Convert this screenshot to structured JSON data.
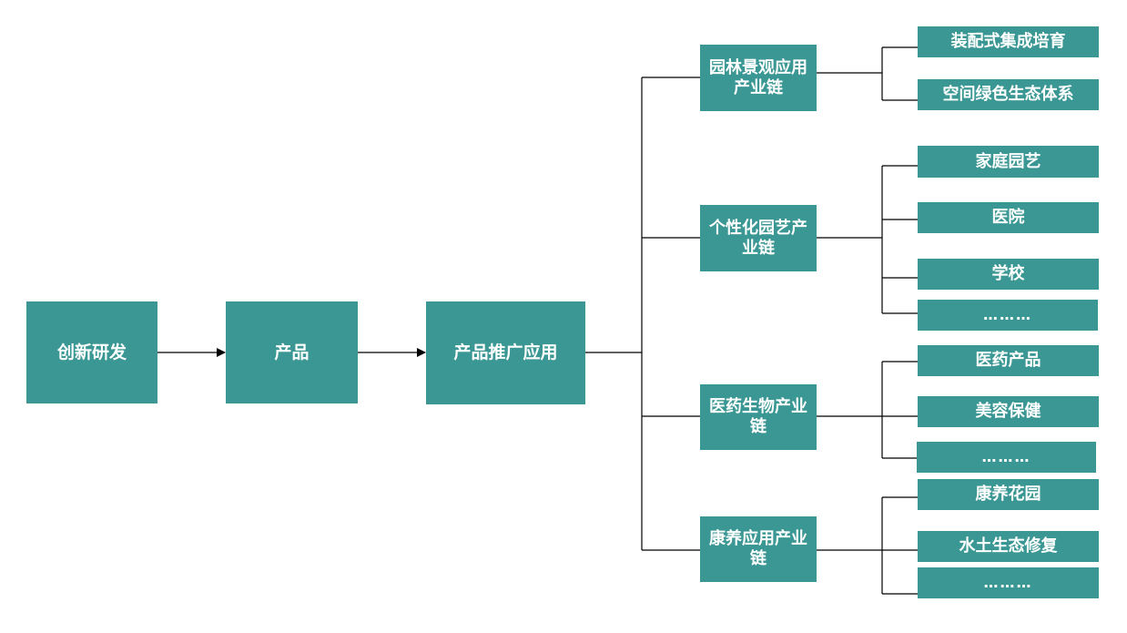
{
  "flow": {
    "step1": "创新研发",
    "step2": "产品",
    "step3": "产品推广应用"
  },
  "chains": [
    {
      "label": "园林景观应用产业链",
      "leaves": [
        "装配式集成培育",
        "空间绿色生态体系"
      ]
    },
    {
      "label": "个性化园艺产业链",
      "leaves": [
        "家庭园艺",
        "医院",
        "学校",
        "………"
      ]
    },
    {
      "label": "医药生物产业链",
      "leaves": [
        "医药产品",
        "美容保健",
        "………"
      ]
    },
    {
      "label": "康养应用产业链",
      "leaves": [
        "康养花园",
        "水土生态修复",
        "………"
      ]
    }
  ],
  "colors": {
    "box_fill": "#3a9794",
    "box_text": "#ffffff",
    "line": "#000000"
  }
}
